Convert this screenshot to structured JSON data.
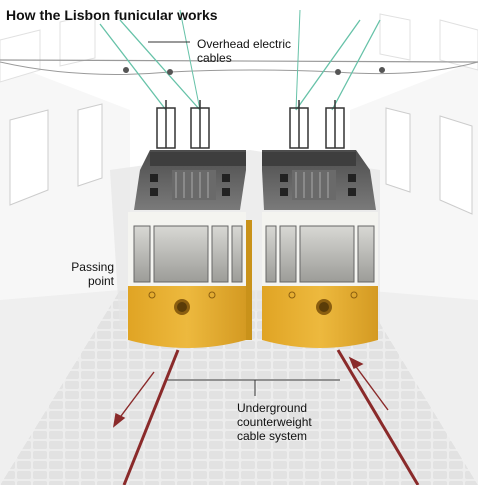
{
  "title": "How the Lisbon funicular works",
  "labels": {
    "cables": [
      "Overhead electric",
      "cables"
    ],
    "passing": [
      "Passing",
      "point"
    ],
    "underground": [
      "Underground",
      "counterweight",
      "cable system"
    ]
  },
  "colors": {
    "tram_body": "#E8B030",
    "tram_body_dark": "#C9921A",
    "tram_white": "#F4F4F0",
    "roof": "#5A5A5A",
    "rail": "#8A2A2A",
    "cable_wire": "#66C2A8",
    "road": "#E4E4E4"
  }
}
